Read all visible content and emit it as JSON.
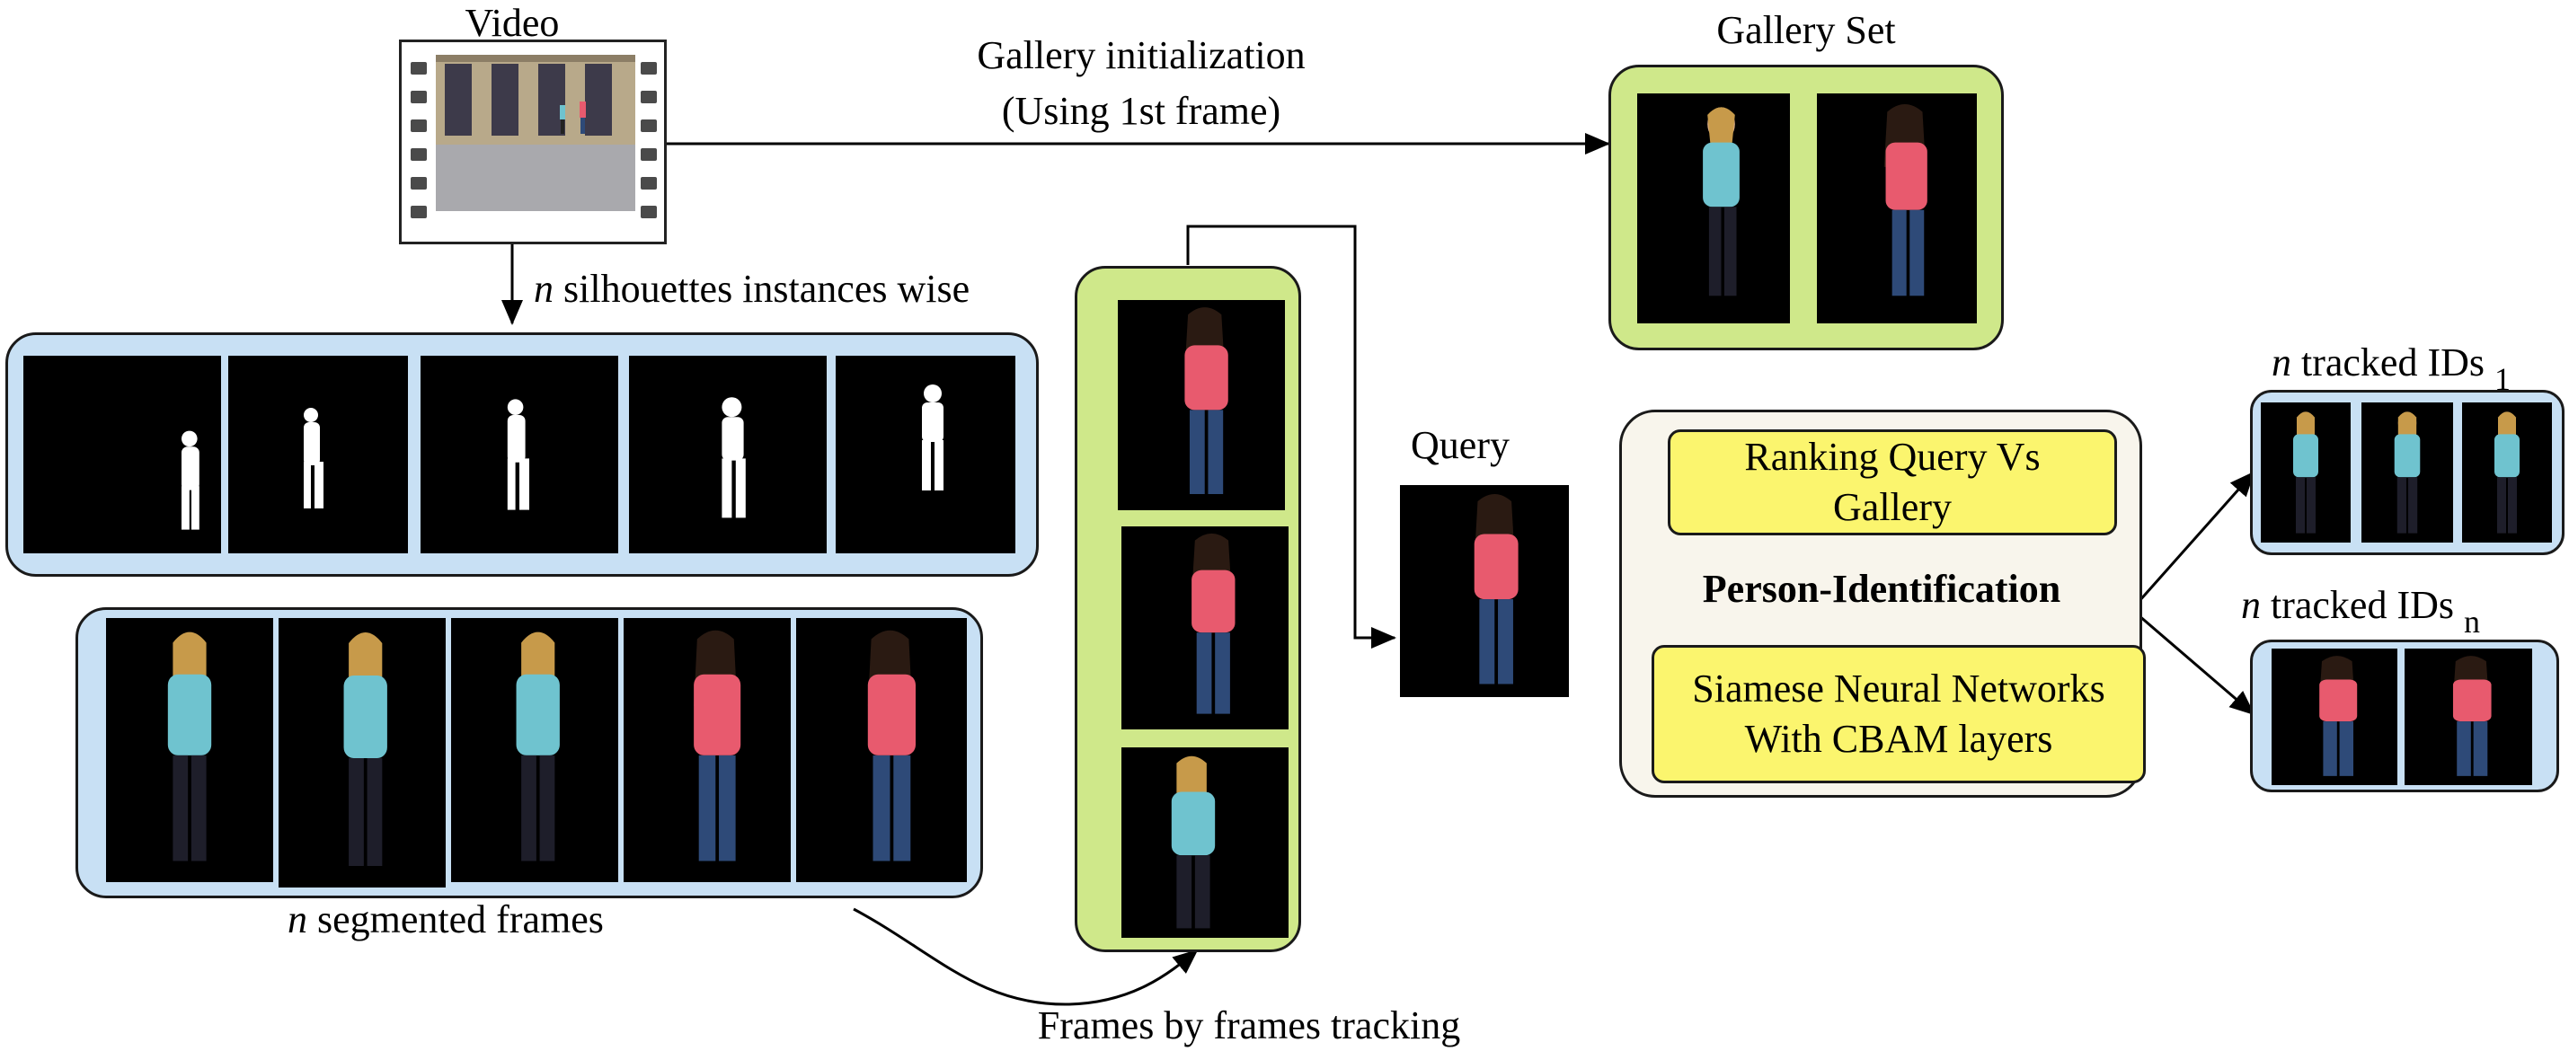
{
  "labels": {
    "video": "Video",
    "gallery_init_line1": "Gallery initialization",
    "gallery_init_line2": "(Using 1st frame)",
    "gallery_set": "Gallery Set",
    "silhouettes_n": "n",
    "silhouettes_rest": " silhouettes instances wise",
    "segmented_n": "n",
    "segmented_rest": " segmented frames",
    "frames_tracking": "Frames by frames tracking",
    "query": "Query",
    "ranking_line1": "Ranking Query Vs",
    "ranking_line2": "Gallery",
    "person_identification": "Person-Identification",
    "siamese_line1": "Siamese Neural Networks",
    "siamese_line2": "With CBAM layers",
    "tracked1_n": "n",
    "tracked1_rest": " tracked IDs",
    "tracked1_sub": "1",
    "trackedn_n": "n",
    "trackedn_rest": " tracked IDs",
    "trackedn_sub": "n"
  },
  "colors": {
    "blue_panel": "#c8e0f4",
    "green_panel": "#cfe88a",
    "beige_panel": "#f8f5ec",
    "yellow_box": "#fbf56e",
    "teal_shirt": "#6fc3cf",
    "pink_shirt": "#e85a6e",
    "dark_pants": "#1e1e2a",
    "jeans": "#2e4a78",
    "skin": "#e0b08a",
    "hair_dark": "#2a1a12",
    "hair_light": "#c79a4a"
  }
}
